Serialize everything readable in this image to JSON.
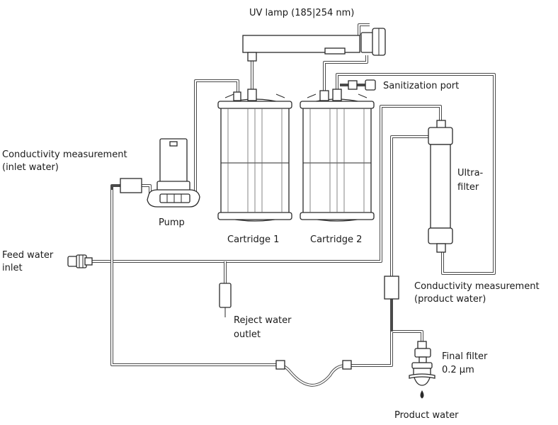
{
  "labels": {
    "uv_lamp": "UV lamp (185|254 nm)",
    "sanitization_port": "Sanitization port",
    "conductivity_inlet_1": "Conductivity measurement",
    "conductivity_inlet_2": "(inlet water)",
    "ultra_1": "Ultra-",
    "ultra_2": "filter",
    "pump": "Pump",
    "cartridge_1": "Cartridge 1",
    "cartridge_2": "Cartridge 2",
    "feed_1": "Feed water",
    "feed_2": "inlet",
    "conductivity_product_1": "Conductivity measurement",
    "conductivity_product_2": "(product water)",
    "reject_1": "Reject water",
    "reject_2": "outlet",
    "final_filter_1": "Final filter",
    "final_filter_2": "0.2 µm",
    "product_water": "Product water"
  }
}
